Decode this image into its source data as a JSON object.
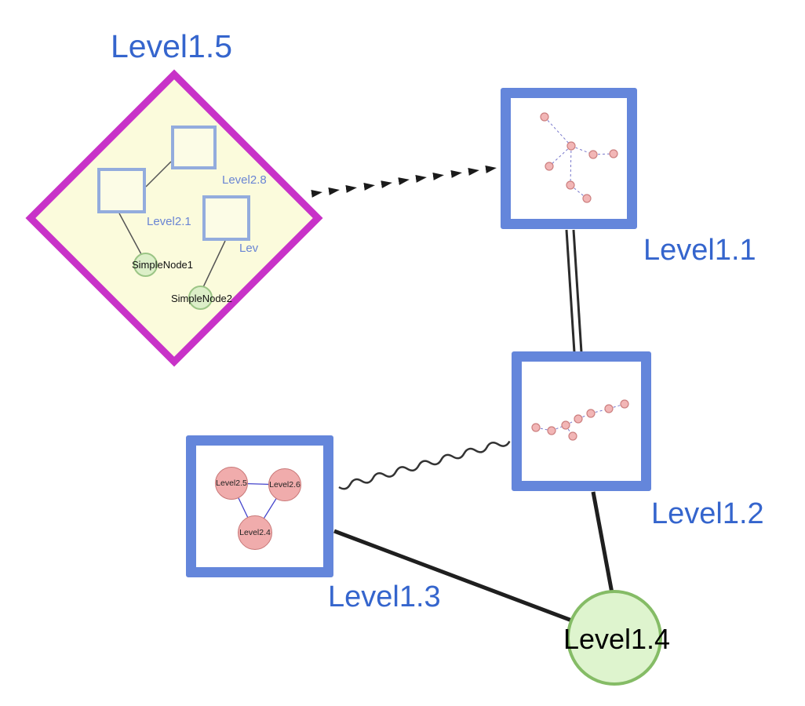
{
  "nodes": {
    "level15": {
      "label": "Level1.5",
      "shape": "diamond-group",
      "children": {
        "sq_top": {
          "label": "Level2.8"
        },
        "sq_left": {
          "label": "Level2.1"
        },
        "sq_right": {
          "label": "Lev"
        },
        "simple1": {
          "label": "SimpleNode1"
        },
        "simple2": {
          "label": "SimpleNode2"
        }
      }
    },
    "level11": {
      "label": "Level1.1",
      "shape": "square-group"
    },
    "level12": {
      "label": "Level1.2",
      "shape": "square-group"
    },
    "level13": {
      "label": "Level1.3",
      "shape": "square-group",
      "children": {
        "c_left": {
          "label": "Level2.5"
        },
        "c_right": {
          "label": "Level2.6"
        },
        "c_bottom": {
          "label": "Level2.4"
        }
      }
    },
    "level14": {
      "label": "Level1.4",
      "shape": "circle"
    }
  },
  "edges": [
    {
      "from": "Level1.5",
      "to": "Level1.1",
      "style": "dashed-arrowheads"
    },
    {
      "from": "Level1.1",
      "to": "Level1.2",
      "style": "double-parallel"
    },
    {
      "from": "Level1.3",
      "to": "Level1.2",
      "style": "wavy"
    },
    {
      "from": "Level1.3",
      "to": "Level1.4",
      "style": "solid"
    },
    {
      "from": "Level1.2",
      "to": "Level1.4",
      "style": "solid"
    }
  ],
  "colors": {
    "group_border_blue": "#6486DB",
    "label_blue": "#3565CD",
    "diamond_magenta": "#C832C8",
    "diamond_fill": "#FBFBDC",
    "green_fill": "#DEF4CE",
    "green_border": "#85BC66",
    "pink_fill": "#F0ACAC",
    "pink_border": "#C87878",
    "edge_black": "#1F1F1F",
    "inner_edge_blue": "#4444CC"
  }
}
